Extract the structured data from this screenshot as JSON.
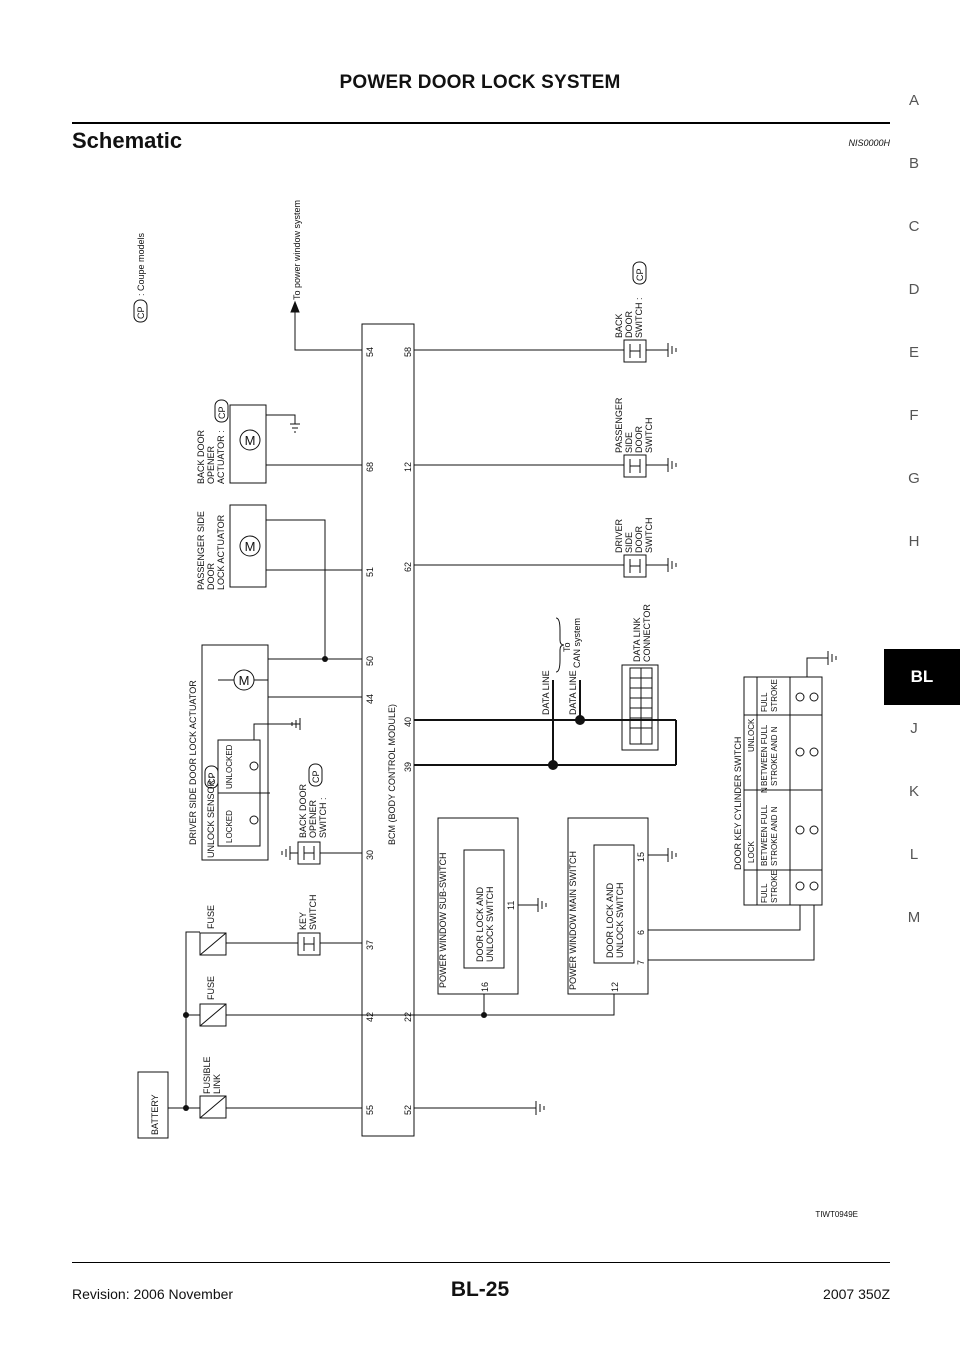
{
  "header": {
    "title": "POWER DOOR LOCK SYSTEM"
  },
  "section": {
    "title": "Schematic",
    "code": "NIS0000H"
  },
  "side_index": {
    "letters": [
      "A",
      "B",
      "C",
      "D",
      "E",
      "F",
      "G",
      "H",
      "BL",
      "J",
      "K",
      "L",
      "M"
    ],
    "active": "BL"
  },
  "diagram": {
    "legend": {
      "badge": "CP",
      "text": ": Coupe models"
    },
    "to_power_window": "To power window system",
    "battery": "BATTERY",
    "fusible_link": [
      "FUSIBLE",
      "LINK"
    ],
    "fuse": "FUSE",
    "key_switch": [
      "KEY",
      "SWITCH"
    ],
    "back_door_opener_switch": [
      "BACK DOOR",
      "OPENER",
      "SWITCH :"
    ],
    "driver_side_door_lock_actuator": "DRIVER SIDE DOOR LOCK ACTUATOR",
    "unlock_sensor": "UNLOCK SENSOR :",
    "locked": "LOCKED",
    "unlocked": "UNLOCKED",
    "motor": "M",
    "passenger_side_door_lock_actuator": [
      "PASSENGER SIDE",
      "DOOR",
      "LOCK ACTUATOR"
    ],
    "back_door_opener_actuator": [
      "BACK DOOR",
      "OPENER",
      "ACTUATOR :"
    ],
    "bcm": "BCM (BODY CONTROL MODULE)",
    "bcm_top_pins": [
      "55",
      "42",
      "37",
      "30",
      "44",
      "50",
      "51",
      "68",
      "54"
    ],
    "bcm_bottom_pins": [
      "52",
      "22",
      "39",
      "40",
      "62",
      "12",
      "58"
    ],
    "data_line": "DATA LINE",
    "to_can": [
      "To",
      "CAN system"
    ],
    "data_link_connector": [
      "DATA LINK",
      "CONNECTOR"
    ],
    "driver_side_door_switch": [
      "DRIVER",
      "SIDE",
      "DOOR",
      "SWITCH"
    ],
    "passenger_side_door_switch": [
      "PASSENGER",
      "SIDE",
      "DOOR",
      "SWITCH"
    ],
    "back_door_switch": [
      "BACK",
      "DOOR",
      "SWITCH :"
    ],
    "pw_sub_switch": "POWER WINDOW SUB-SWITCH",
    "pw_main_switch": "POWER WINDOW MAIN SWITCH",
    "door_lock_unlock_switch": [
      "DOOR LOCK AND",
      "UNLOCK SWITCH"
    ],
    "pw_sub_pins": [
      "16",
      "11"
    ],
    "pw_main_pins": [
      "12",
      "7",
      "6",
      "15"
    ],
    "door_key_cylinder_switch": "DOOR KEY CYLINDER SWITCH",
    "dkc_lock": "LOCK",
    "dkc_unlock": "UNLOCK",
    "dkc_full_stroke": [
      "FULL",
      "STROKE"
    ],
    "dkc_between": [
      "BETWEEN FULL",
      "STROKE AND N"
    ],
    "dkc_n": "N",
    "figure_id": "TIWT0949E"
  },
  "footer": {
    "revision": "Revision: 2006 November",
    "page": "BL-25",
    "model": "2007 350Z"
  }
}
